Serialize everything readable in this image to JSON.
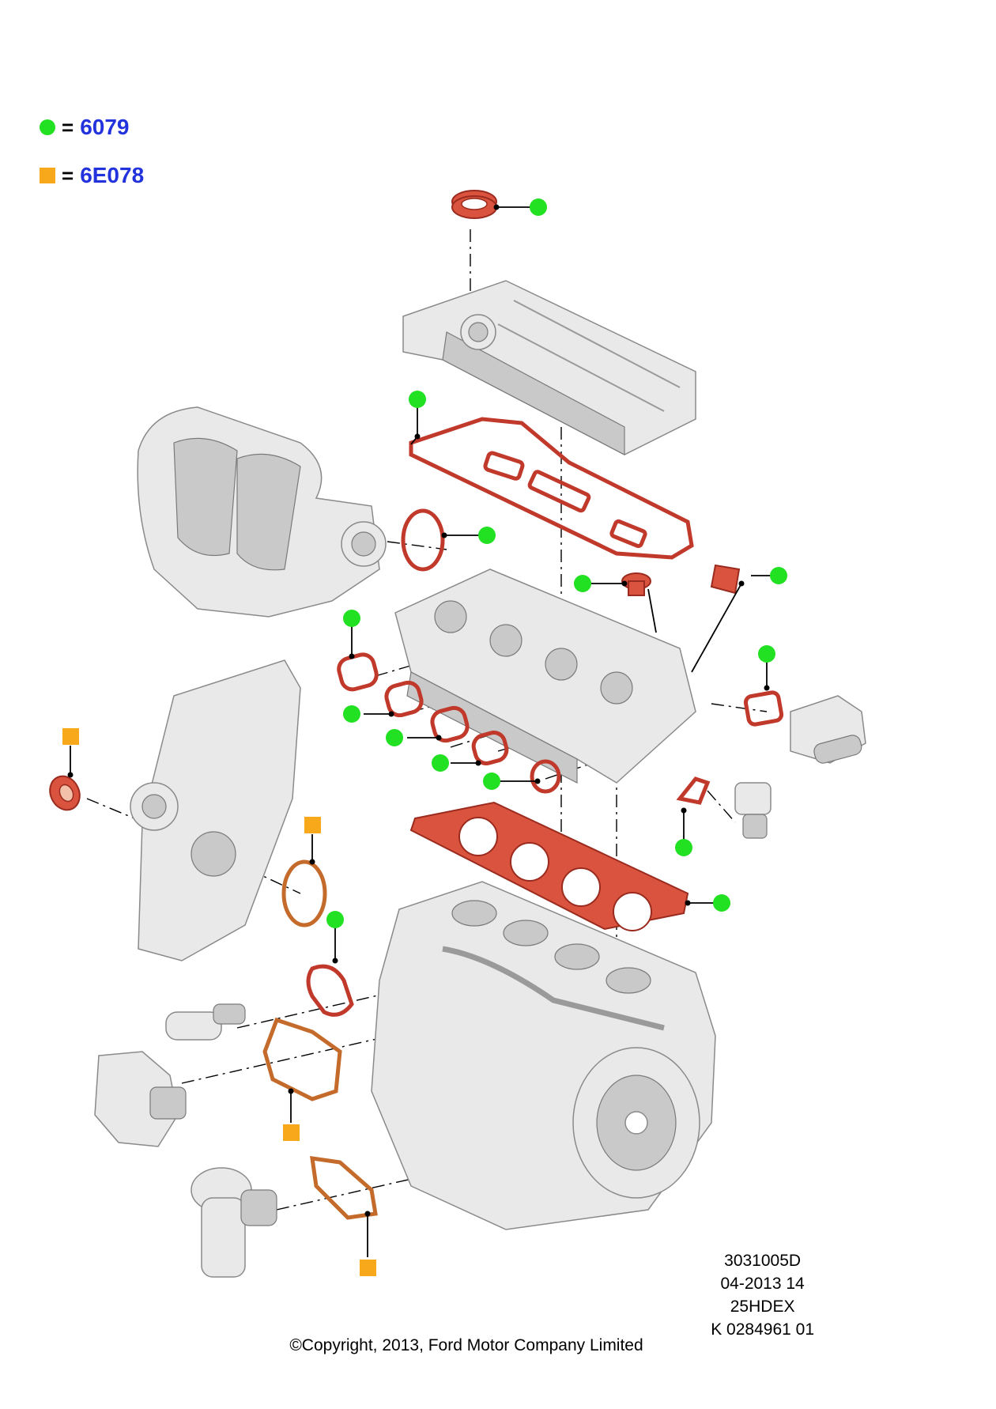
{
  "legend": [
    {
      "symbol": "green-circle",
      "color": "#22e022",
      "eq": "=",
      "code": "6079"
    },
    {
      "symbol": "orange-square",
      "color": "#f7a81b",
      "eq": "=",
      "code": "6E078"
    }
  ],
  "info": {
    "line1": "3031005D",
    "line2": "04-2013 14",
    "line3": "25HDEX",
    "line4": "K 0284961 01"
  },
  "copyright": "©Copyright, 2013, Ford Motor Company Limited",
  "colors": {
    "gasket": "#c0392b",
    "green_marker": "#22e022",
    "orange_marker": "#f7a81b",
    "legend_code": "#2233dd"
  }
}
